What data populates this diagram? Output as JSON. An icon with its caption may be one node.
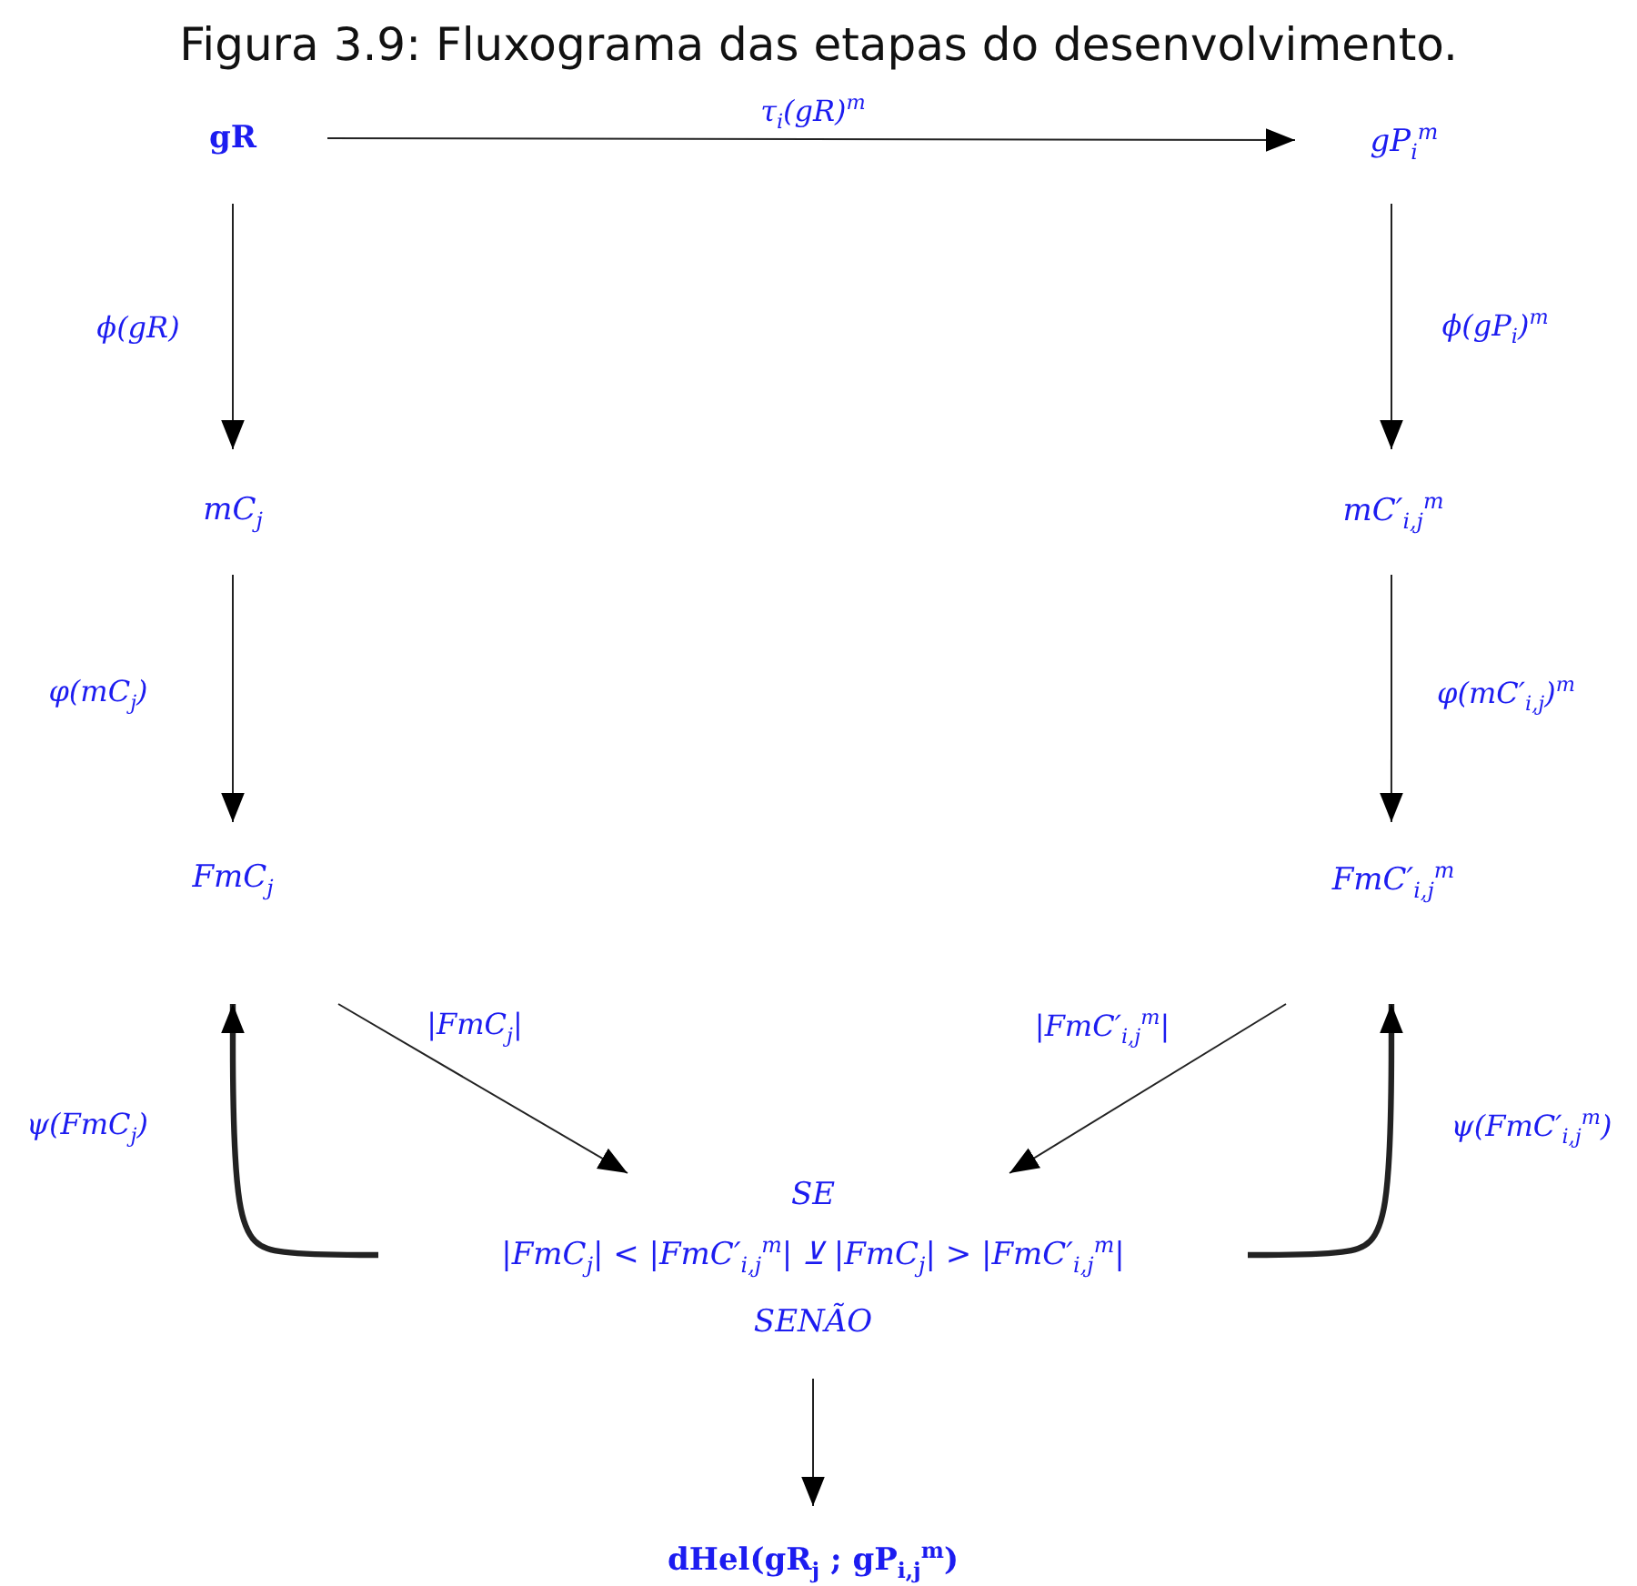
{
  "diagram": {
    "title": "Figura 3.9: Fluxograma das etapas do desenvolvimento.",
    "nodes": [
      {
        "text": [
          "gR"
        ]
      },
      {
        "text": [
          "gP$_{i}$$^{m}$"
        ]
      },
      {
        "text": [
          "mC$_{j}$"
        ]
      },
      {
        "text": [
          "mC′$_{i,j}$$^{m}$"
        ]
      },
      {
        "text": [
          "FmC$_{j}$"
        ]
      },
      {
        "text": [
          "FmC′$_{i,j}$$^{m}$"
        ]
      },
      {
        "text": [
          "SE",
          "|FmC$_{j}$| < |FmC′$_{i,j}$$^{m}$| ⊻ |FmC$_{j}$| > |FmC′$_{i,j}$$^{m}$|",
          "SENÃO"
        ]
      },
      {
        "text": [
          "dHel(gR$_{j}$ ; gP$_{i,j}$$^{m}$)"
        ]
      }
    ],
    "edges": [
      {
        "from": 0,
        "to": 1,
        "arrow": "to",
        "label": "τ$_{i}$(gR)$^{m}$"
      },
      {
        "from": 0,
        "to": 2,
        "arrow": "to",
        "label": "ϕ(gR)"
      },
      {
        "from": 1,
        "to": 3,
        "arrow": "to",
        "label": "ϕ(gP$_{i}$)$^{m}$"
      },
      {
        "from": 2,
        "to": 4,
        "arrow": "to",
        "label": "φ(mC$_{j}$)"
      },
      {
        "from": 3,
        "to": 5,
        "arrow": "to",
        "label": "φ(mC′$_{i,j}$)$^{m}$"
      },
      {
        "from": 4,
        "to": 6,
        "arrow": "to",
        "label": "|FmC$_{j}$|"
      },
      {
        "from": 5,
        "to": 6,
        "arrow": "to",
        "label": "|FmC′$_{i,j}$$^{m}$|"
      },
      {
        "from": 6,
        "to": 4,
        "arrow": "to",
        "label": "ψ(FmC$_{j}$)",
        "style": "thick"
      },
      {
        "from": 6,
        "to": 5,
        "arrow": "to",
        "label": "ψ(FmC′$_{i,j}$$^{m}$)",
        "style": "thick"
      },
      {
        "from": 6,
        "to": 7,
        "arrow": "to"
      }
    ]
  }
}
